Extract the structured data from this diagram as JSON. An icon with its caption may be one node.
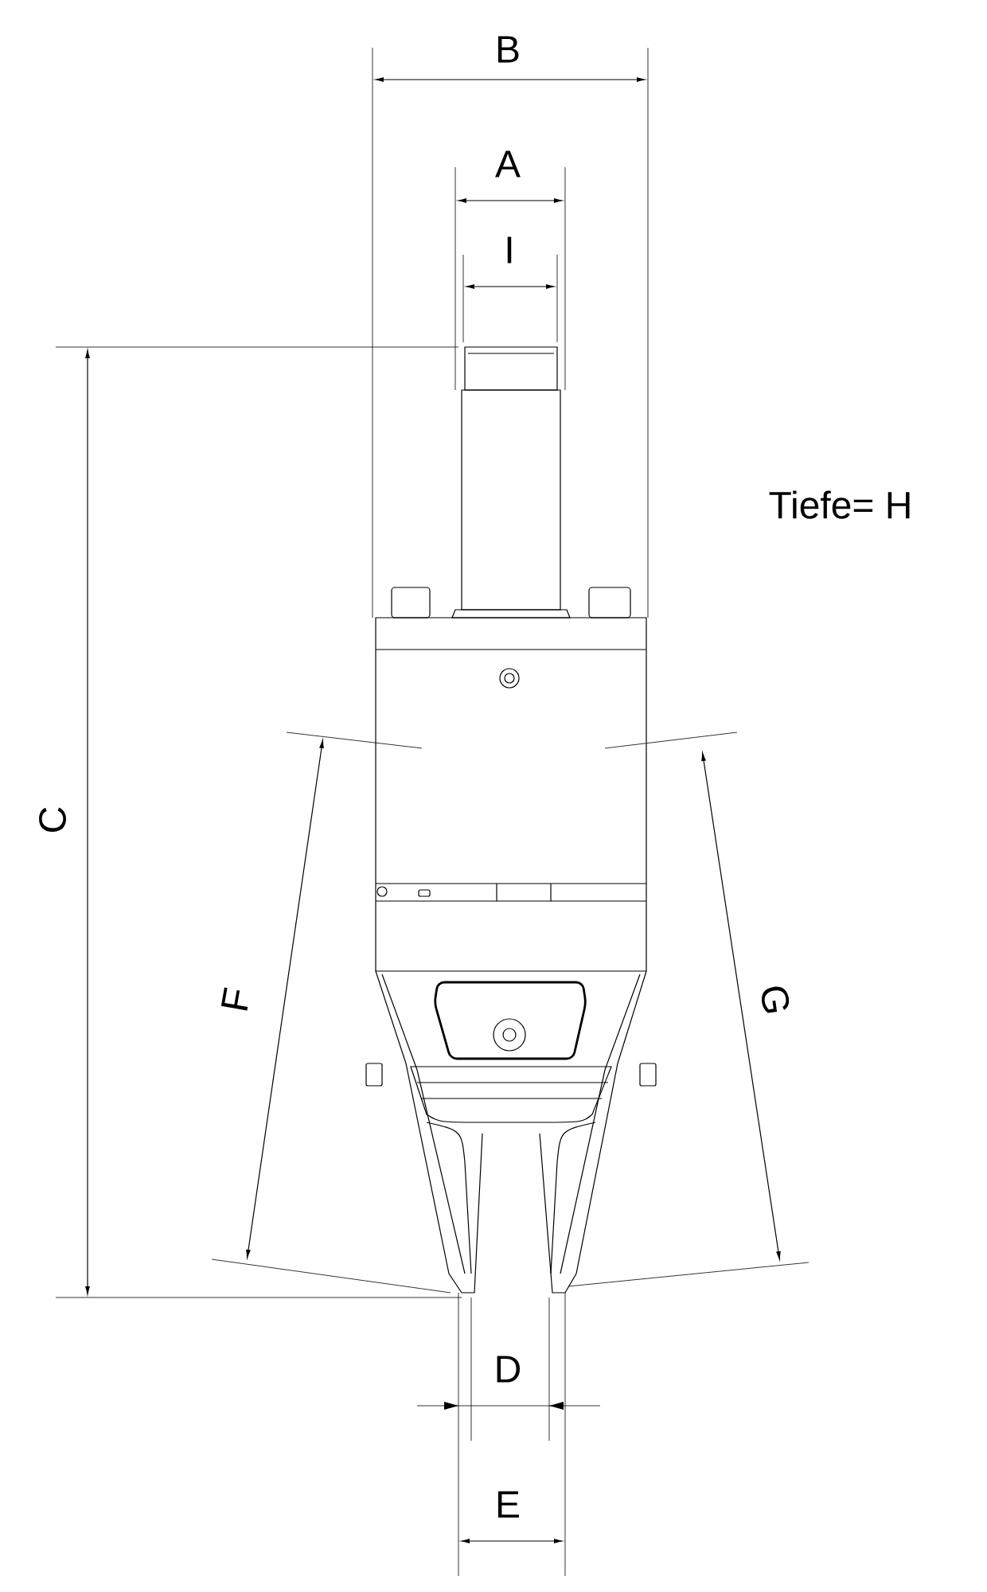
{
  "diagram": {
    "labels": [
      "B",
      "A",
      "I",
      "Tiefe= H",
      "C",
      "F",
      "G",
      "D",
      "E"
    ]
  }
}
